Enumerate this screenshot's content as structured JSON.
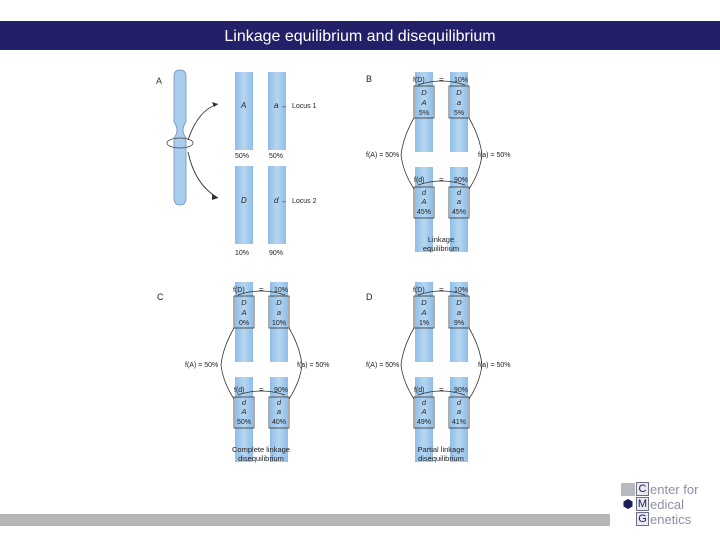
{
  "slide": {
    "title": "Linkage equilibrium and disequilibrium"
  },
  "figure": {
    "panel_a": {
      "letter": "A",
      "allele_a_upper": "A",
      "allele_a_lower": "a",
      "locus1_label": "Locus 1",
      "freq_left_top": "50%",
      "freq_right_top": "50%",
      "allele_d_upper": "D",
      "allele_d_lower": "d",
      "locus2_label": "Locus 2",
      "freq_left_bottom": "10%",
      "freq_right_bottom": "90%"
    },
    "panel_b": {
      "letter": "B",
      "fD": "f(D)",
      "eq_top": "=",
      "top_total": "10%",
      "c1_l1": "D",
      "c1_l2": "A",
      "c1_pct": "5%",
      "c2_l1": "D",
      "c2_l2": "a",
      "c2_pct": "5%",
      "fA": "f(A) = 50%",
      "fa": "f(a) = 50%",
      "fd": "f(d)",
      "eq_bottom": "=",
      "bottom_total": "90%",
      "c3_l1": "d",
      "c3_l2": "A",
      "c3_pct": "45%",
      "c4_l1": "d",
      "c4_l2": "a",
      "c4_pct": "45%",
      "caption_line1": "Linkage",
      "caption_line2": "equilibrium"
    },
    "panel_c": {
      "letter": "C",
      "fD": "f(D)",
      "eq_top": "=",
      "top_total": "10%",
      "c1_l1": "D",
      "c1_l2": "A",
      "c1_pct": "0%",
      "c2_l1": "D",
      "c2_l2": "a",
      "c2_pct": "10%",
      "fA": "f(A) = 50%",
      "fa": "f(a) = 50%",
      "fd": "f(d)",
      "eq_bottom": "=",
      "bottom_total": "90%",
      "c3_l1": "d",
      "c3_l2": "A",
      "c3_pct": "50%",
      "c4_l1": "d",
      "c4_l2": "a",
      "c4_pct": "40%",
      "caption_line1": "Complete linkage",
      "caption_line2": "disequilibrium"
    },
    "panel_d": {
      "letter": "D",
      "fD": "f(D)",
      "eq_top": "=",
      "top_total": "10%",
      "c1_l1": "D",
      "c1_l2": "A",
      "c1_pct": "1%",
      "c2_l1": "D",
      "c2_l2": "a",
      "c2_pct": "9%",
      "fA": "f(A) = 50%",
      "fa": "f(a) = 50%",
      "fd": "f(d)",
      "eq_bottom": "=",
      "bottom_total": "90%",
      "c3_l1": "d",
      "c3_l2": "A",
      "c3_pct": "49%",
      "c4_l1": "d",
      "c4_l2": "a",
      "c4_pct": "41%",
      "caption_line1": "Partial linkage",
      "caption_line2": "disequilibrium"
    }
  },
  "logo": {
    "letter1": "C",
    "rest1": "enter for",
    "letter2": "M",
    "rest2": "edical",
    "letter3": "G",
    "rest3": "enetics"
  },
  "colors": {
    "title_bar": "#23206a",
    "chromosome_blue": "#9ec6ea",
    "bottom_bar": "#b7b7b7"
  }
}
